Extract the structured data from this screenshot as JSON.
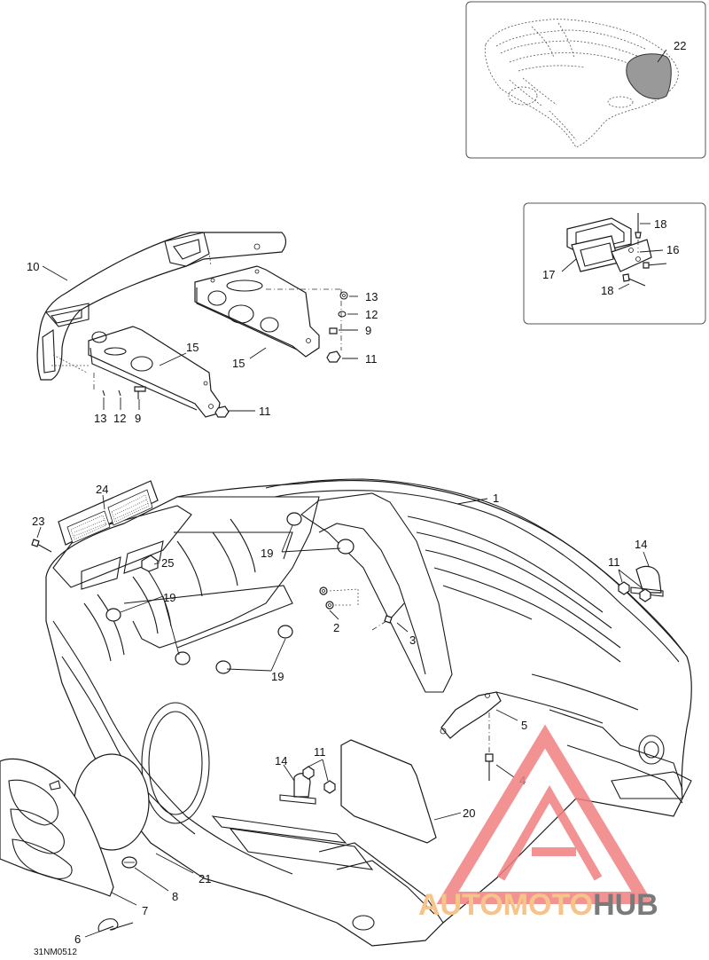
{
  "drawing_id": "31NM0512",
  "watermark": {
    "part1": "AUTOMOTO",
    "part2": "HUB",
    "color_main": "#f6c48a",
    "color_hub": "#7a7a7a",
    "triangle_color": "#f08080"
  },
  "callouts": [
    {
      "id": "c1",
      "label": "1"
    },
    {
      "id": "c2",
      "label": "2"
    },
    {
      "id": "c3",
      "label": "3"
    },
    {
      "id": "c4",
      "label": "4"
    },
    {
      "id": "c5",
      "label": "5"
    },
    {
      "id": "c6",
      "label": "6"
    },
    {
      "id": "c7",
      "label": "7"
    },
    {
      "id": "c8",
      "label": "8"
    },
    {
      "id": "c9a",
      "label": "9"
    },
    {
      "id": "c9b",
      "label": "9"
    },
    {
      "id": "c10",
      "label": "10"
    },
    {
      "id": "c11a",
      "label": "11"
    },
    {
      "id": "c11b",
      "label": "11"
    },
    {
      "id": "c11c",
      "label": "11"
    },
    {
      "id": "c11d",
      "label": "11"
    },
    {
      "id": "c12a",
      "label": "12"
    },
    {
      "id": "c12b",
      "label": "12"
    },
    {
      "id": "c13a",
      "label": "13"
    },
    {
      "id": "c13b",
      "label": "13"
    },
    {
      "id": "c14a",
      "label": "14"
    },
    {
      "id": "c14b",
      "label": "14"
    },
    {
      "id": "c15a",
      "label": "15"
    },
    {
      "id": "c15b",
      "label": "15"
    },
    {
      "id": "c16",
      "label": "16"
    },
    {
      "id": "c17",
      "label": "17"
    },
    {
      "id": "c18a",
      "label": "18"
    },
    {
      "id": "c18b",
      "label": "18"
    },
    {
      "id": "c19a",
      "label": "19"
    },
    {
      "id": "c19b",
      "label": "19"
    },
    {
      "id": "c19c",
      "label": "19"
    },
    {
      "id": "c20",
      "label": "20"
    },
    {
      "id": "c21",
      "label": "21"
    },
    {
      "id": "c22",
      "label": "22"
    },
    {
      "id": "c23",
      "label": "23"
    },
    {
      "id": "c24",
      "label": "24"
    },
    {
      "id": "c25",
      "label": "25"
    }
  ]
}
